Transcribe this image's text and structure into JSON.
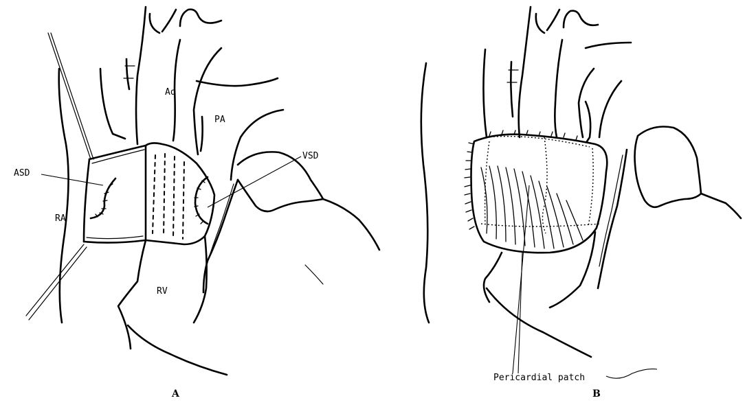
{
  "panel_a": {
    "letter": "A",
    "labels": {
      "ao": "Ao",
      "pa": "PA",
      "vsd": "VSD",
      "asd": "ASD",
      "ra": "RA",
      "rv": "RV"
    }
  },
  "panel_b": {
    "letter": "B",
    "labels": {
      "patch": "Pericardial patch"
    }
  }
}
